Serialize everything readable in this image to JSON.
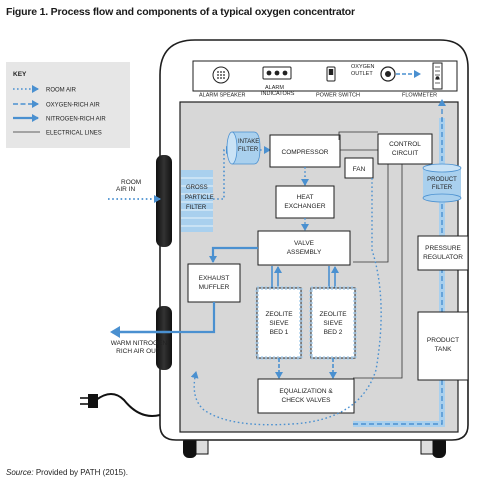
{
  "figure": {
    "title": "Figure 1. Process flow and components of a typical oxygen concentrator",
    "source_label": "Source:",
    "source_text": "Provided by PATH (2015)."
  },
  "key": {
    "heading": "KEY",
    "items": [
      {
        "label": "ROOM AIR",
        "style": "dotted"
      },
      {
        "label": "OXYGEN-RICH AIR",
        "style": "dashed"
      },
      {
        "label": "NITROGEN-RICH AIR",
        "style": "solid"
      },
      {
        "label": "ELECTRICAL LINES",
        "style": "thin"
      }
    ]
  },
  "top_panel": {
    "alarm_speaker": "ALARM SPEAKER",
    "alarm_indicators": [
      "ALARM",
      "INDICATORS"
    ],
    "power_switch": "POWER SWITCH",
    "oxygen_outlet": [
      "OXYGEN",
      "OUTLET"
    ],
    "flowmeter": "FLOWMETER"
  },
  "components": {
    "intake_filter": [
      "INTAKE",
      "FILTER"
    ],
    "compressor": "COMPRESSOR",
    "control_circuit": [
      "CONTROL",
      "CIRCUIT"
    ],
    "fan": "FAN",
    "gross_particle_filter": [
      "GROSS",
      "PARTICLE",
      "FILTER"
    ],
    "heat_exchanger": [
      "HEAT",
      "EXCHANGER"
    ],
    "product_filter": [
      "PRODUCT",
      "FILTER"
    ],
    "valve_assembly": [
      "VALVE",
      "ASSEMBLY"
    ],
    "pressure_regulator": [
      "PRESSURE",
      "REGULATOR"
    ],
    "exhaust_muffler": [
      "EXHAUST",
      "MUFFLER"
    ],
    "sieve_bed_1": [
      "ZEOLITE",
      "SIEVE",
      "BED 1"
    ],
    "sieve_bed_2": [
      "ZEOLITE",
      "SIEVE",
      "BED 2"
    ],
    "product_tank": [
      "PRODUCT",
      "TANK"
    ],
    "equalization_valves": [
      "EQUALIZATION &",
      "CHECK VALVES"
    ]
  },
  "external": {
    "room_air_in": [
      "ROOM",
      "AIR IN"
    ],
    "nitrogen_out": [
      "WARM NITROGEN-",
      "RICH AIR OUT"
    ]
  },
  "colors": {
    "flow_blue": "#4a90d0",
    "light_blue": "#a9d0ee",
    "interior_gray": "#d7d7d7",
    "key_bg": "#e6e6e6",
    "outline": "#1e1e1e"
  }
}
